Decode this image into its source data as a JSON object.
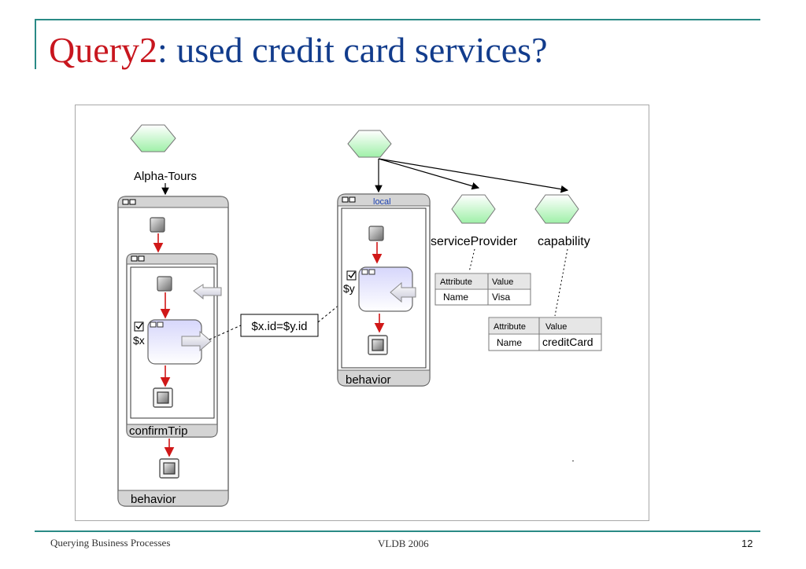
{
  "slide": {
    "title_accent": "Query2",
    "title_rest": ": used credit card services?"
  },
  "diagram": {
    "left_start_label": "Alpha-Tours",
    "left_outer_label": "behavior",
    "left_inner_label": "confirmTrip",
    "left_var_label": "$x",
    "join_label": "$x.id=$y.id",
    "right_local_label": "local",
    "right_behavior_label": "behavior",
    "right_var_label": "$y",
    "service_provider_label": "serviceProvider",
    "capability_label": "capability",
    "provider_table": {
      "headers": [
        "Attribute",
        "Value"
      ],
      "row": [
        "Name",
        "Visa"
      ]
    },
    "capability_table": {
      "headers": [
        "Attribute",
        "Value"
      ],
      "row": [
        "Name",
        "creditCard"
      ]
    },
    "colors": {
      "hexagon_fill": "#9ff0a8",
      "activity_fill": "#b9b8f2",
      "flow_arrow": "#d01818"
    }
  },
  "footer": {
    "left": "Querying Business Processes",
    "center": "VLDB 2006",
    "page_number": "12"
  }
}
